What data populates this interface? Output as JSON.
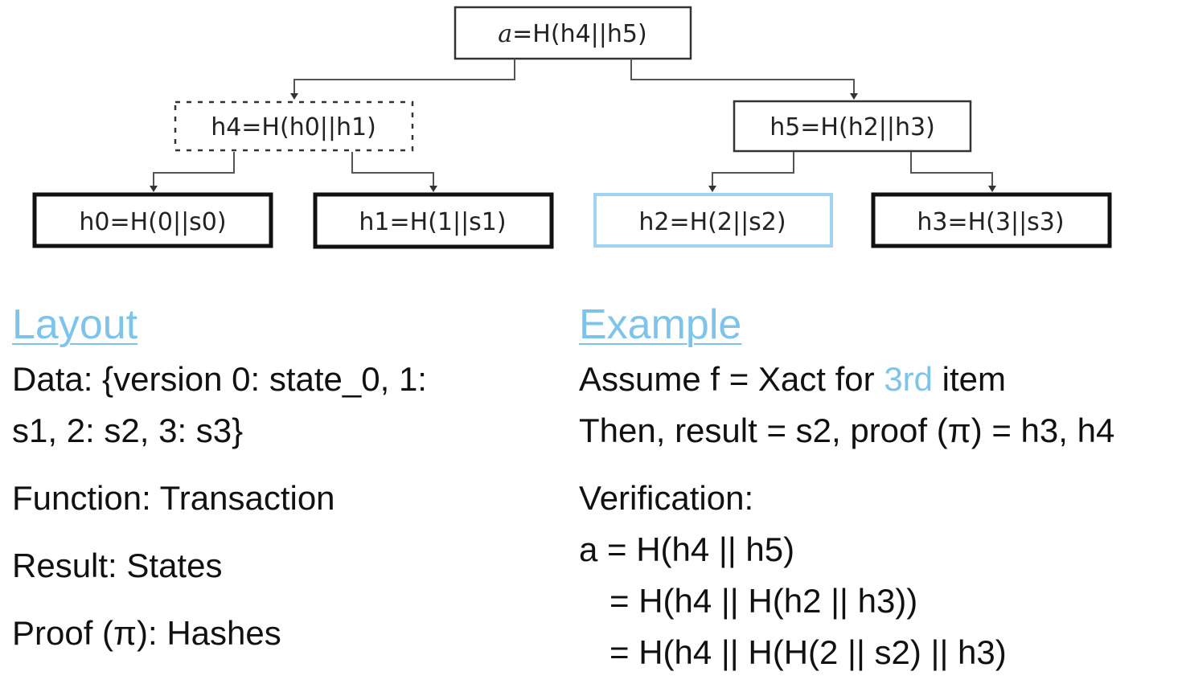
{
  "tree": {
    "root": {
      "var": "a",
      "expr": "=H(h4||h5)"
    },
    "internal": [
      {
        "id": "h4",
        "label": "h4=H(h0||h1)",
        "style": "dashed"
      },
      {
        "id": "h5",
        "label": "h5=H(h2||h3)",
        "style": "solid"
      }
    ],
    "leaves": [
      {
        "id": "h0",
        "label": "h0=H(0||s0)",
        "style": "bold"
      },
      {
        "id": "h1",
        "label": "h1=H(1||s1)",
        "style": "bold"
      },
      {
        "id": "h2",
        "label": "h2=H(2||s2)",
        "style": "highlight"
      },
      {
        "id": "h3",
        "label": "h3=H(3||s3)",
        "style": "bold"
      }
    ]
  },
  "layout_section": {
    "heading": "Layout",
    "data_line1": "Data: {version 0: state_0, 1:",
    "data_line2": "s1, 2: s2, 3: s3}",
    "function": "Function: Transaction",
    "result": "Result: States",
    "proof": "Proof (π): Hashes"
  },
  "example_section": {
    "heading": "Example",
    "assume_prefix": "Assume f = Xact for ",
    "assume_highlight": "3rd",
    "assume_suffix": " item",
    "then": "Then, result = s2, proof (π) = h3, h4",
    "verification_label": "Verification:",
    "steps": [
      "a = H(h4 || h5)",
      "= H(h4 || H(h2 || h3))",
      "= H(h4 || H(H(2 || s2) || h3)"
    ]
  },
  "colors": {
    "accent": "#7ec4ea",
    "highlight_border": "#9fd3f0",
    "box_border": "#111111"
  }
}
